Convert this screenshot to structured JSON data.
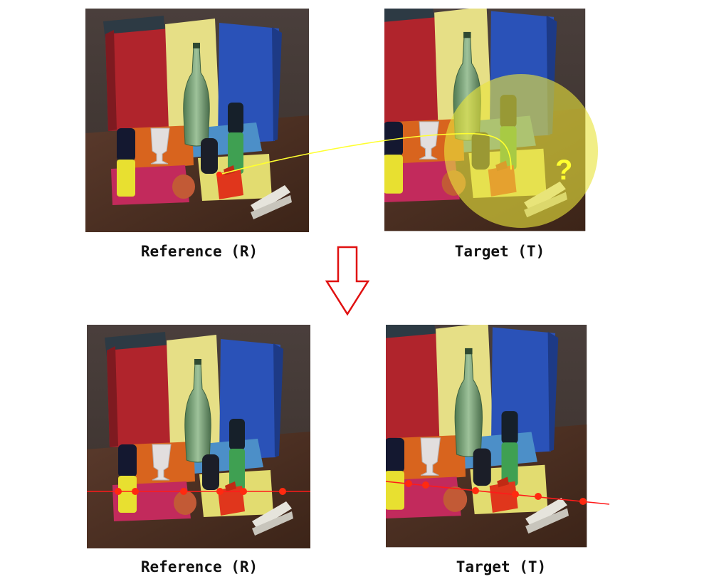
{
  "figure": {
    "top_left": {
      "caption": "Reference (R)",
      "role": "reference"
    },
    "top_right": {
      "caption": "Target (T)",
      "role": "target",
      "question_mark": "?"
    },
    "bottom_left": {
      "caption": "Reference (R)",
      "role": "reference"
    },
    "bottom_right": {
      "caption": "Target (T)",
      "role": "target"
    },
    "arrow": {
      "direction": "down"
    },
    "colors": {
      "red_point": "#ff2a10",
      "epipolar_line": "#ff1a1a",
      "search_path": "#ffff30",
      "search_region": "#e8e43c",
      "arrow": "#e01010"
    }
  }
}
